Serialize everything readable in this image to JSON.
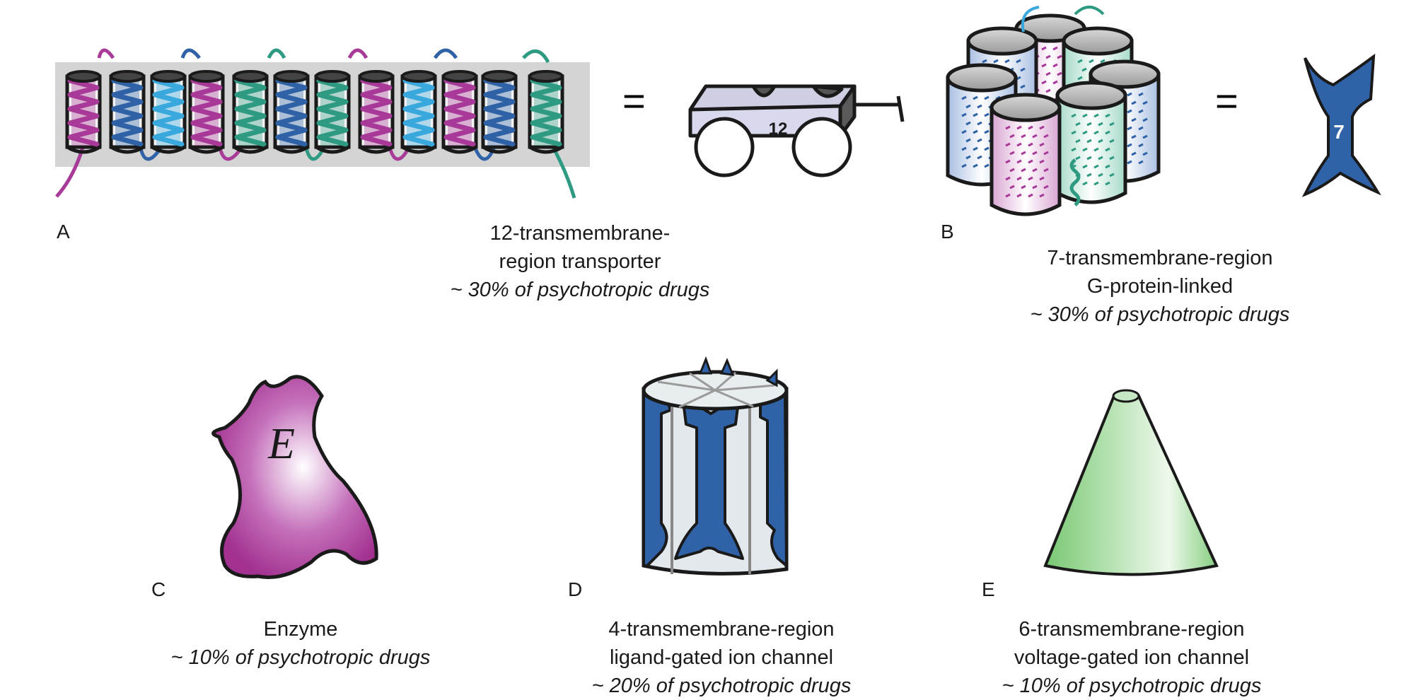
{
  "colors": {
    "magenta": "#a83a98",
    "blue": "#2f62a6",
    "light_blue": "#3aa8dc",
    "teal": "#2f9a82",
    "gray_band": "#d4d4d4",
    "outline": "#1a1a1a",
    "cart_fill": "#dcdcf2",
    "cone_fill": "#7ccc7a"
  },
  "panels": {
    "a": {
      "letter": "A",
      "line1": "12-transmembrane-",
      "line2": "region transporter",
      "share": "~ 30% of psychotropic drugs",
      "icon_number": "12",
      "equals": "="
    },
    "b": {
      "letter": "B",
      "line1": "7-transmembrane-region",
      "line2": "G-protein-linked",
      "share": "~ 30% of psychotropic drugs",
      "icon_number": "7",
      "equals": "="
    },
    "c": {
      "letter": "C",
      "line1": "Enzyme",
      "share": "~ 10% of psychotropic drugs",
      "icon_letter": "E"
    },
    "d": {
      "letter": "D",
      "line1": "4-transmembrane-region",
      "line2": "ligand-gated ion channel",
      "share": "~ 20% of psychotropic drugs"
    },
    "e": {
      "letter": "E",
      "line1": "6-transmembrane-region",
      "line2": "voltage-gated ion channel",
      "share": "~ 10% of psychotropic drugs"
    }
  }
}
